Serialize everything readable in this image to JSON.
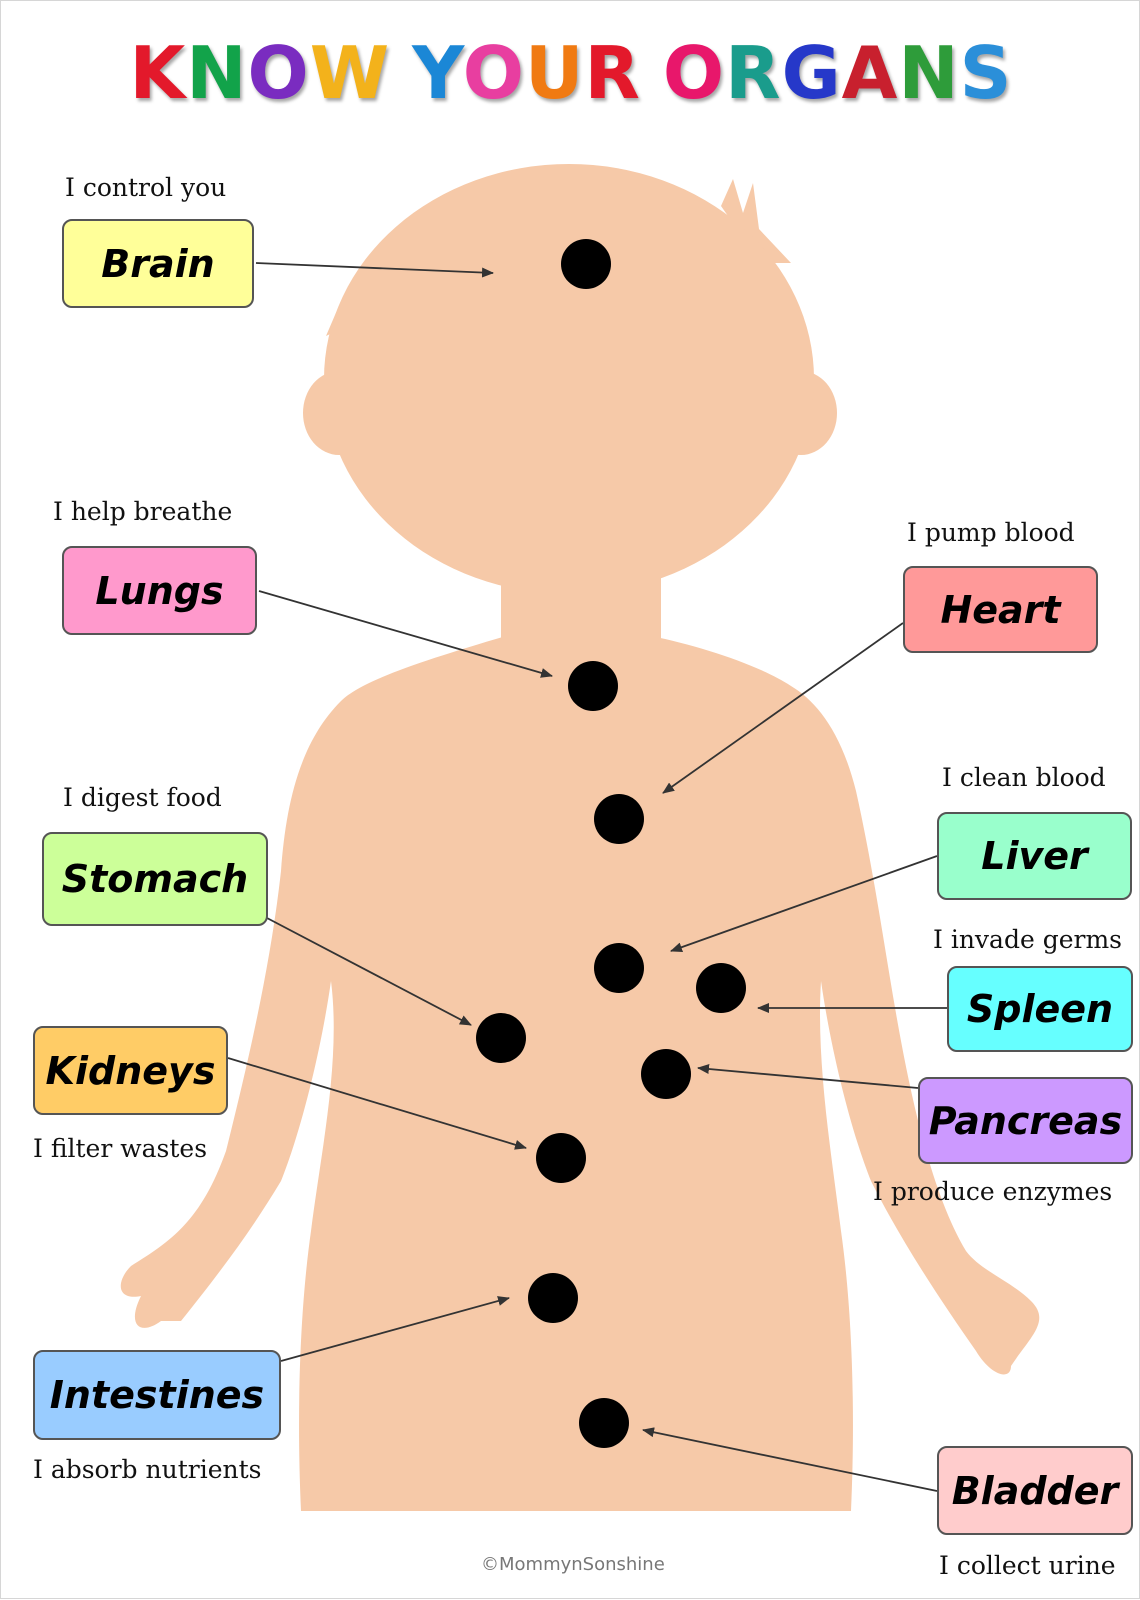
{
  "title": {
    "words": [
      {
        "letters": [
          {
            "ch": "K",
            "color": "#e3192b"
          },
          {
            "ch": "N",
            "color": "#12a34a"
          },
          {
            "ch": "O",
            "color": "#7a2cc0"
          },
          {
            "ch": "W",
            "color": "#f3b21b"
          }
        ]
      },
      {
        "letters": [
          {
            "ch": "Y",
            "color": "#1b87d6"
          },
          {
            "ch": "O",
            "color": "#e83ea0"
          },
          {
            "ch": "U",
            "color": "#f07a12"
          },
          {
            "ch": "R",
            "color": "#e3192b"
          }
        ]
      },
      {
        "letters": [
          {
            "ch": "O",
            "color": "#e8176b"
          },
          {
            "ch": "R",
            "color": "#1a9c8c"
          },
          {
            "ch": "G",
            "color": "#2638c9"
          },
          {
            "ch": "A",
            "color": "#c8202e"
          },
          {
            "ch": "N",
            "color": "#2e9c3a"
          },
          {
            "ch": "S",
            "color": "#2b8fd9"
          }
        ]
      }
    ]
  },
  "colors": {
    "skin": "#f6c9a8",
    "dot": "#000000",
    "arrow": "#333333"
  },
  "organs": [
    {
      "id": "brain",
      "label": "Brain",
      "caption": "I control you",
      "color": "#ffff99"
    },
    {
      "id": "lungs",
      "label": "Lungs",
      "caption": "I help breathe",
      "color": "#ff99cc"
    },
    {
      "id": "heart",
      "label": "Heart",
      "caption": "I pump blood",
      "color": "#ff9999"
    },
    {
      "id": "stomach",
      "label": "Stomach",
      "caption": "I digest food",
      "color": "#ccff99"
    },
    {
      "id": "liver",
      "label": "Liver",
      "caption": "I clean blood",
      "color": "#99ffcc"
    },
    {
      "id": "spleen",
      "label": "Spleen",
      "caption": "I invade germs",
      "color": "#66ffff"
    },
    {
      "id": "kidneys",
      "label": "Kidneys",
      "caption": "I filter wastes",
      "color": "#ffcc66"
    },
    {
      "id": "pancreas",
      "label": "Pancreas",
      "caption": "I produce enzymes",
      "color": "#cc99ff"
    },
    {
      "id": "intestines",
      "label": "Intestines",
      "caption": "I absorb nutrients",
      "color": "#99ccff"
    },
    {
      "id": "bladder",
      "label": "Bladder",
      "caption": "I collect urine",
      "color": "#ffcccc"
    }
  ],
  "credit": "©MommynSonshine"
}
